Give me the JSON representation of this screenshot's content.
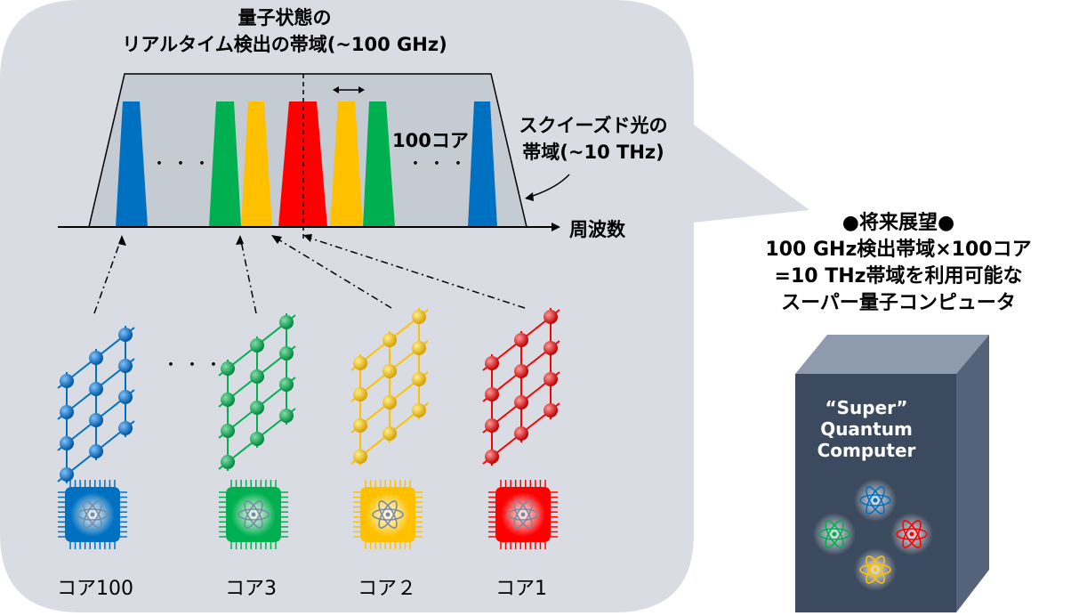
{
  "detection_band": {
    "line1": "量子状態の",
    "line2": "リアルタイム検出の帯域(~100 GHz)"
  },
  "squeezed_band": {
    "line1": "スクイーズド光の",
    "line2": "帯域(~10 THz)"
  },
  "cores_label": "100コア",
  "axis_label": "周波数",
  "ellipsis": "・・・",
  "core_labels": [
    "コア100",
    "コア3",
    "コア２",
    "コア1"
  ],
  "future": {
    "title": "●将来展望●",
    "line1": "100 GHz検出帯域×100コア",
    "line2": "=10 THz帯域を利用可能な",
    "line3": "スーパー量子コンピュータ"
  },
  "computer_box": {
    "line1": "“Super”",
    "line2": "Quantum",
    "line3": "Computer"
  },
  "colors": {
    "blue": "#0070C0",
    "green": "#00B050",
    "yellow": "#FFC000",
    "red": "#FF0000",
    "bubble": "#D9DDE3",
    "band_fill": "#C5CBD3",
    "box_front": "#3C4A5F",
    "box_top": "#8E9BAE",
    "box_side": "#54627A"
  }
}
